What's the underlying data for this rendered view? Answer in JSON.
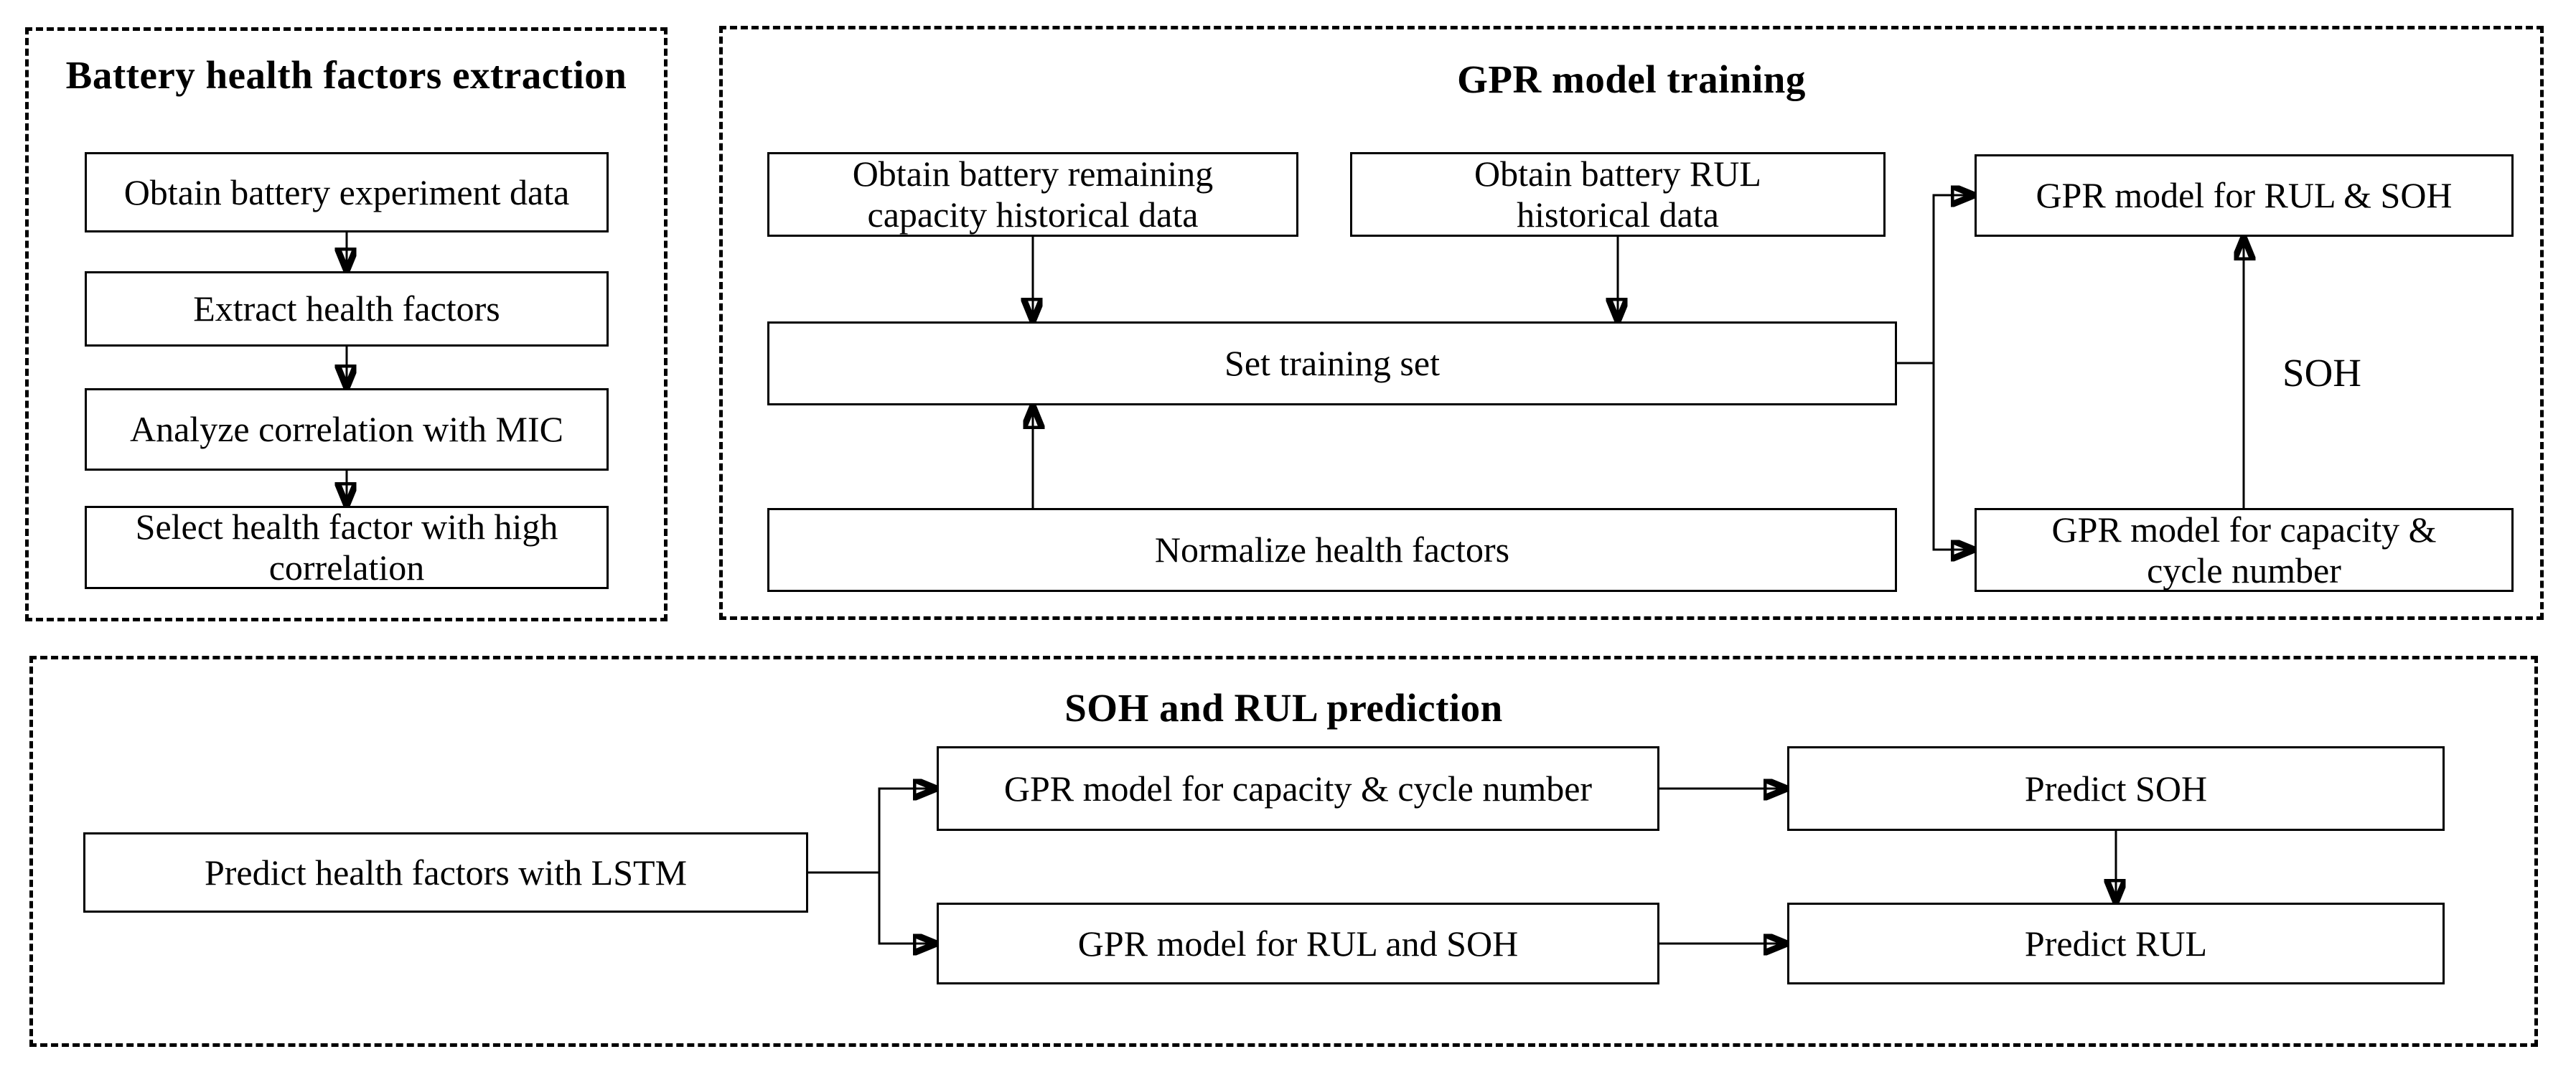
{
  "page": {
    "background": "#ffffff",
    "line_color": "#000000"
  },
  "sections": {
    "extraction": {
      "title": "Battery health factors extraction",
      "steps": [
        {
          "label": "Obtain battery experiment data"
        },
        {
          "label": "Extract health factors"
        },
        {
          "label": "Analyze correlation with MIC"
        },
        {
          "label": "Select health factor with high correlation"
        }
      ]
    },
    "training": {
      "title": "GPR model training",
      "boxes": {
        "obtain_capacity": {
          "label": "Obtain battery remaining capacity historical data"
        },
        "obtain_rul": {
          "label": "Obtain battery RUL historical data"
        },
        "set_training_set": {
          "label": "Set training set"
        },
        "normalize": {
          "label": "Normalize health factors"
        },
        "gpr_rul_soh": {
          "label": "GPR model for RUL & SOH"
        },
        "gpr_capacity_cycle": {
          "label": "GPR model for capacity & cycle number"
        }
      },
      "edge_labels": {
        "soh": "SOH"
      }
    },
    "prediction": {
      "title": "SOH and RUL prediction",
      "boxes": {
        "predict_hf_lstm": {
          "label": "Predict health factors with LSTM"
        },
        "gpr_capacity_cycle": {
          "label": "GPR model for capacity & cycle number"
        },
        "gpr_rul_soh": {
          "label": "GPR model for RUL and SOH"
        },
        "predict_soh": {
          "label": "Predict SOH"
        },
        "predict_rul": {
          "label": "Predict RUL"
        }
      }
    }
  }
}
